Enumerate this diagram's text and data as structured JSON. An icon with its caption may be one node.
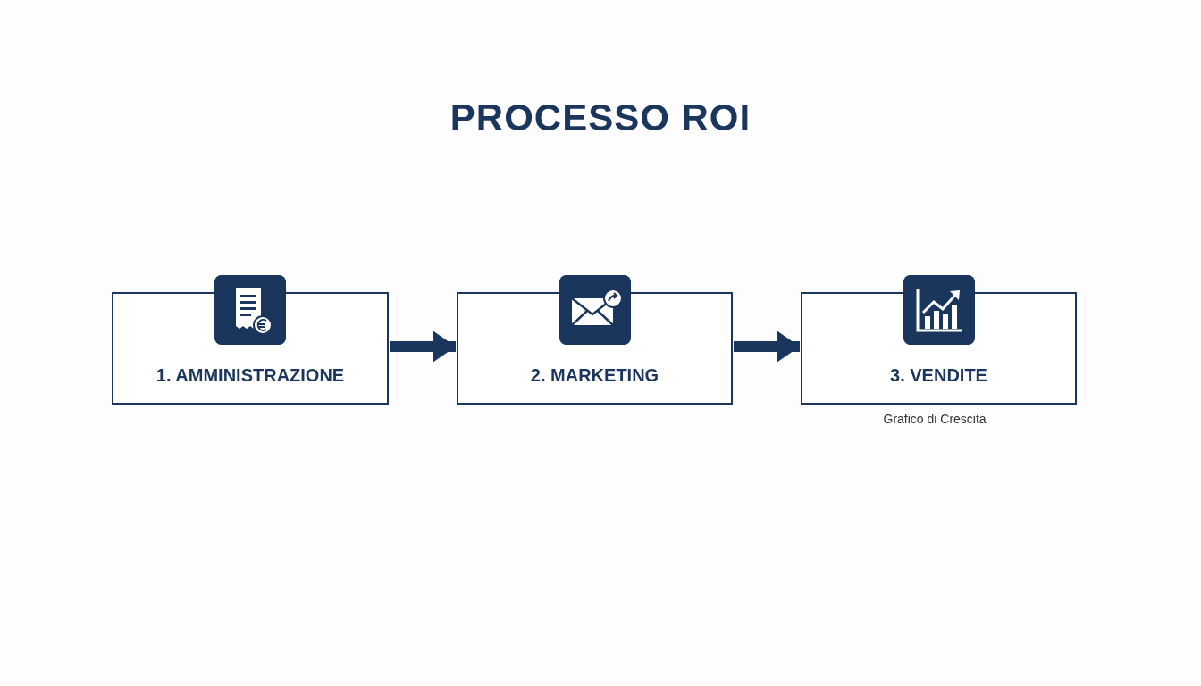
{
  "diagram": {
    "title": "PROCESSO ROI",
    "nodes": [
      {
        "text": [
          "1. AMMINISTRAZIONE"
        ]
      },
      {
        "text": [
          "2. MARKETING"
        ]
      },
      {
        "text": [
          "3. VENDITE"
        ],
        "beside": [
          "Grafico di Crescita"
        ]
      }
    ],
    "edges": [
      {
        "from": 0,
        "to": 1,
        "arrow": "to"
      },
      {
        "from": 1,
        "to": 2,
        "arrow": "to"
      }
    ]
  }
}
